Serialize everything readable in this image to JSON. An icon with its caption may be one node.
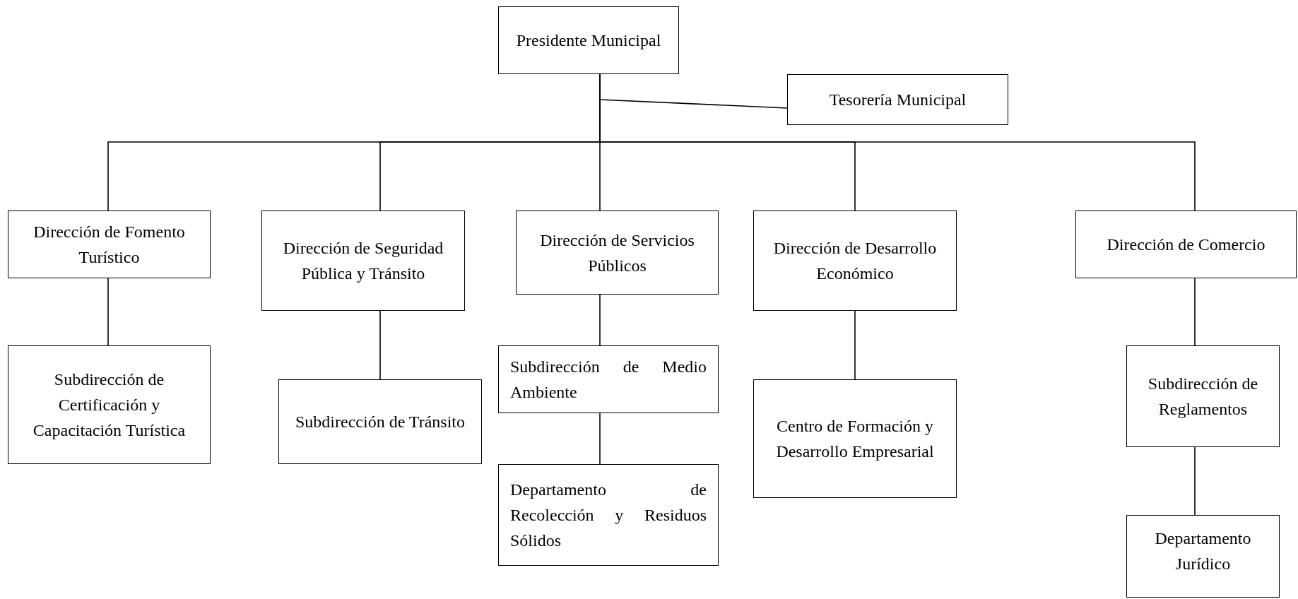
{
  "diagram": {
    "nodes": [
      {
        "text": [
          "Presidente Municipal"
        ]
      },
      {
        "text": [
          "Tesorería Municipal"
        ]
      },
      {
        "text": [
          "Dirección de Fomento Turístico"
        ]
      },
      {
        "text": [
          "Dirección de Seguridad Pública y Tránsito"
        ]
      },
      {
        "text": [
          "Dirección de Servicios Públicos"
        ]
      },
      {
        "text": [
          "Dirección de Desarrollo Económico"
        ]
      },
      {
        "text": [
          "Dirección de Comercio"
        ]
      },
      {
        "text": [
          "Subdirección de Certificación y Capacitación Turística"
        ]
      },
      {
        "text": [
          "Subdirección de Tránsito"
        ]
      },
      {
        "text": [
          "Subdirección de Medio Ambiente"
        ]
      },
      {
        "text": [
          "Departamento de Recolección y Residuos Sólidos"
        ]
      },
      {
        "text": [
          "Centro de Formación y Desarrollo Empresarial"
        ]
      },
      {
        "text": [
          "Subdirección de Reglamentos"
        ]
      },
      {
        "text": [
          "Departamento Jurídico"
        ]
      }
    ],
    "edges": [
      {
        "from": 0,
        "to": 1,
        "arrow": "none"
      },
      {
        "from": 0,
        "to": 2,
        "arrow": "none"
      },
      {
        "from": 0,
        "to": 3,
        "arrow": "none"
      },
      {
        "from": 0,
        "to": 4,
        "arrow": "none"
      },
      {
        "from": 0,
        "to": 5,
        "arrow": "none"
      },
      {
        "from": 0,
        "to": 6,
        "arrow": "none"
      },
      {
        "from": 2,
        "to": 7,
        "arrow": "none"
      },
      {
        "from": 3,
        "to": 8,
        "arrow": "none"
      },
      {
        "from": 4,
        "to": 9,
        "arrow": "none"
      },
      {
        "from": 9,
        "to": 10,
        "arrow": "none"
      },
      {
        "from": 5,
        "to": 11,
        "arrow": "none"
      },
      {
        "from": 6,
        "to": 12,
        "arrow": "none"
      },
      {
        "from": 12,
        "to": 13,
        "arrow": "none"
      }
    ]
  }
}
